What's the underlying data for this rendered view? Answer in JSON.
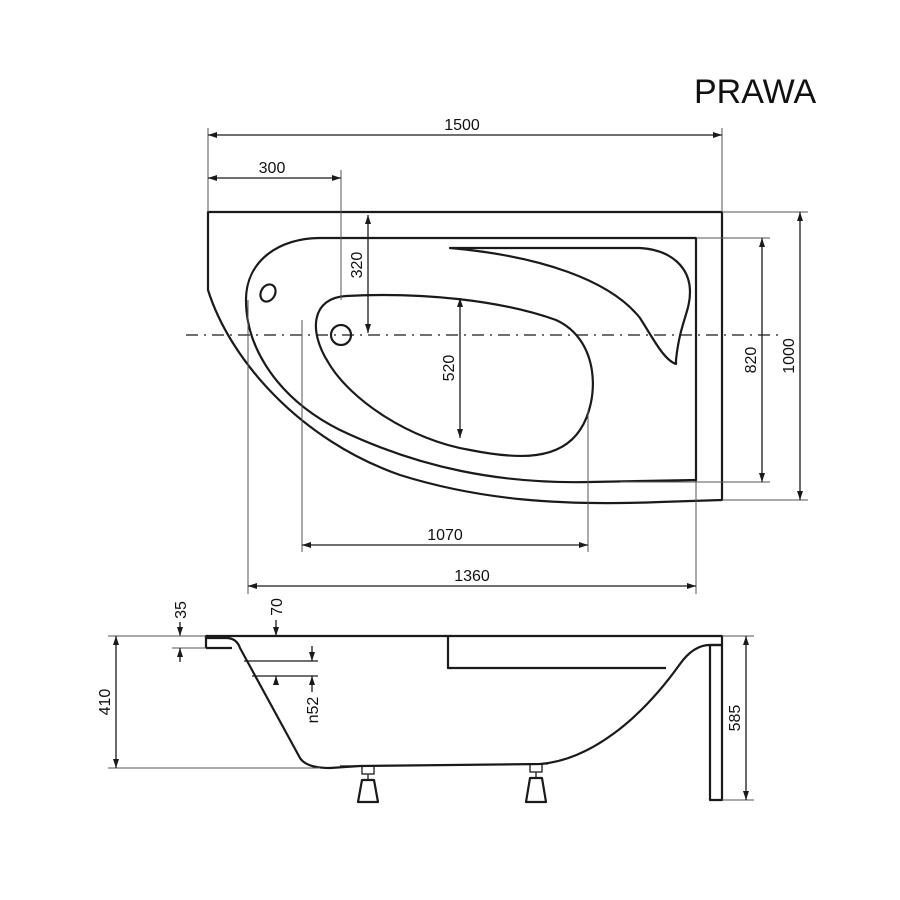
{
  "title": "PRAWA",
  "dimensions": {
    "total_length": "1500",
    "drain_offset": "300",
    "drain_to_axis": "320",
    "basin_width": "520",
    "inner_width": "820",
    "total_width": "1000",
    "basin_length": "1070",
    "inner_length": "1360",
    "rim_thickness": "35",
    "rim_ledge": "70",
    "overflow_hole": "n52",
    "depth": "410",
    "total_height": "585"
  }
}
